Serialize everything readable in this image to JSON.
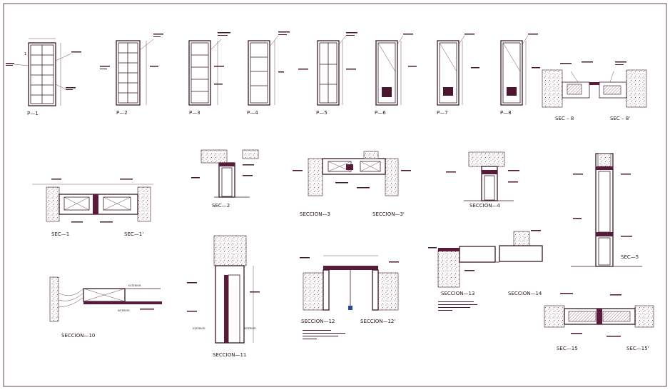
{
  "labels": {
    "p1": "P—1",
    "p2": "P—2",
    "p3": "P—3",
    "p4": "P—4",
    "p5": "P—5",
    "p6": "P—6",
    "p7": "P—7",
    "p8": "P—8",
    "sec8": "SEC – 8",
    "sec8b": "SEC – 8'",
    "sec1": "SEC—1",
    "sec1b": "SEC—1'",
    "sec2": "SEC—2",
    "sec3": "SECCION—3",
    "sec3b": "SECCION—3'",
    "sec4": "SECCION—4",
    "sec5": "SEC—5",
    "sec10": "SECCION—10",
    "sec11": "SECCION—11",
    "sec12": "SECCION—12",
    "sec12b": "SECCION—12'",
    "sec13": "SECCION—13",
    "sec14": "SECCION—14",
    "sec15": "SEC—15",
    "sec15b": "SEC—15'",
    "exterior": "EXTERIOR",
    "interior": "INTERIOR",
    "dim_1": "1"
  },
  "colors": {
    "ink": "#3a1a2a",
    "frame": "#5a1a3a",
    "paper": "#ffffff"
  }
}
